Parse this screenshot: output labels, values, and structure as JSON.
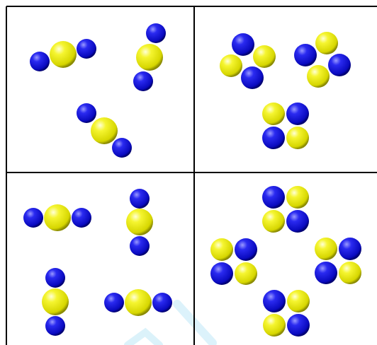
{
  "colors": {
    "background": "#ffffff",
    "grid_line": "#000000",
    "blue_atom": "#0a0adc",
    "yellow_atom": "#f2f200",
    "watermark": "#bfe8f7"
  },
  "panels": [
    {
      "position": "top-left",
      "description_groups": [
        {
          "kind": "linear",
          "atoms": [
            "blue",
            "yellow",
            "blue"
          ]
        },
        {
          "kind": "linear",
          "atoms": [
            "blue",
            "yellow",
            "blue"
          ]
        },
        {
          "kind": "linear",
          "atoms": [
            "blue",
            "yellow",
            "blue"
          ]
        }
      ]
    },
    {
      "position": "top-right",
      "description_groups": [
        {
          "kind": "square",
          "atoms": [
            "blue",
            "yellow",
            "blue",
            "yellow"
          ]
        },
        {
          "kind": "square",
          "atoms": [
            "blue",
            "yellow",
            "blue",
            "yellow"
          ]
        },
        {
          "kind": "square",
          "atoms": [
            "yellow",
            "blue",
            "blue",
            "yellow"
          ]
        }
      ]
    },
    {
      "position": "bottom-left",
      "description_groups": [
        {
          "kind": "linear",
          "atoms": [
            "blue",
            "yellow",
            "blue"
          ]
        },
        {
          "kind": "linear",
          "atoms": [
            "blue",
            "yellow",
            "blue"
          ]
        },
        {
          "kind": "linear",
          "atoms": [
            "blue",
            "yellow",
            "blue"
          ]
        },
        {
          "kind": "linear",
          "atoms": [
            "blue",
            "yellow",
            "blue"
          ]
        }
      ]
    },
    {
      "position": "bottom-right",
      "description_groups": [
        {
          "kind": "square",
          "atoms": [
            "blue",
            "yellow",
            "yellow",
            "blue"
          ]
        },
        {
          "kind": "square",
          "atoms": [
            "yellow",
            "blue",
            "blue",
            "yellow"
          ]
        },
        {
          "kind": "square",
          "atoms": [
            "yellow",
            "blue",
            "blue",
            "yellow"
          ]
        },
        {
          "kind": "square",
          "atoms": [
            "blue",
            "yellow",
            "yellow",
            "blue"
          ]
        }
      ]
    }
  ]
}
